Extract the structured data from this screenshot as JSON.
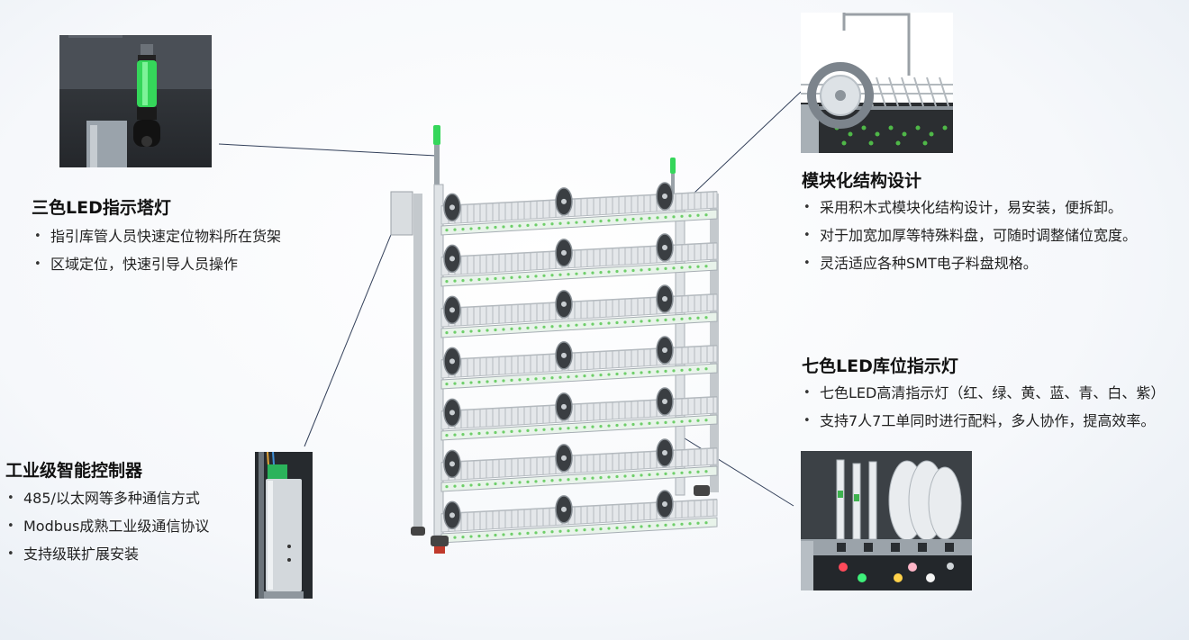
{
  "features": {
    "tower_light": {
      "title": "三色LED指示塔灯",
      "bullets": [
        "指引库管人员快速定位物料所在货架",
        "区域定位，快速引导人员操作"
      ]
    },
    "modular": {
      "title": "模块化结构设计",
      "bullets": [
        "采用积木式模块化结构设计，易安装，便拆卸。",
        "对于加宽加厚等特殊料盘，可随时调整储位宽度。",
        "灵活适应各种SMT电子料盘规格。"
      ]
    },
    "seven_color": {
      "title": "七色LED库位指示灯",
      "bullets": [
        "七色LED高清指示灯（红、绿、黄、蓝、青、白、紫）",
        "支持7人7工单同时进行配料，多人协作，提高效率。"
      ]
    },
    "controller": {
      "title": "工业级智能控制器",
      "bullets": [
        "485/以太网等多种通信方式",
        "Modbus成熟工业级通信协议",
        "支持级联扩展安装"
      ]
    }
  },
  "colors": {
    "tower_green": "#35d65a",
    "led_red": "#ff4a5a",
    "led_green": "#3ef07a",
    "led_yellow": "#ffd24a",
    "led_white": "#f4f4f4",
    "led_pink": "#ffb6c8",
    "leader_line": "#33405a"
  }
}
